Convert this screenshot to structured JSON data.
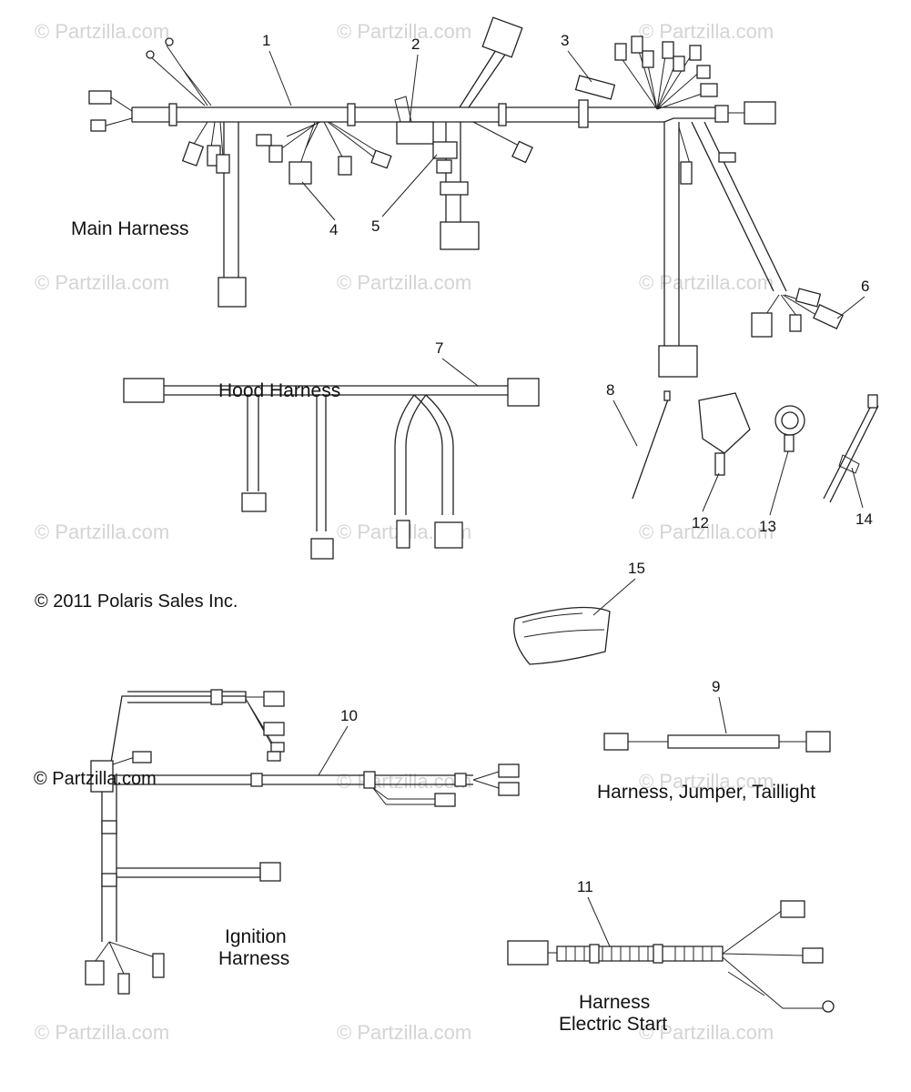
{
  "watermark": "© Partzilla.com",
  "copyright": "© 2011 Polaris Sales Inc.",
  "corner_watermark": "© Partzilla.com",
  "assemblies": {
    "main": "Main Harness",
    "hood": "Hood Harness",
    "taillight": "Harness, Jumper, Taillight",
    "ignition_1": "Ignition",
    "ignition_2": "Harness",
    "electric_start_1": "Harness",
    "electric_start_2": "Electric Start"
  },
  "callouts": [
    "1",
    "2",
    "3",
    "4",
    "5",
    "6",
    "7",
    "8",
    "9",
    "10",
    "11",
    "12",
    "13",
    "14",
    "15"
  ]
}
